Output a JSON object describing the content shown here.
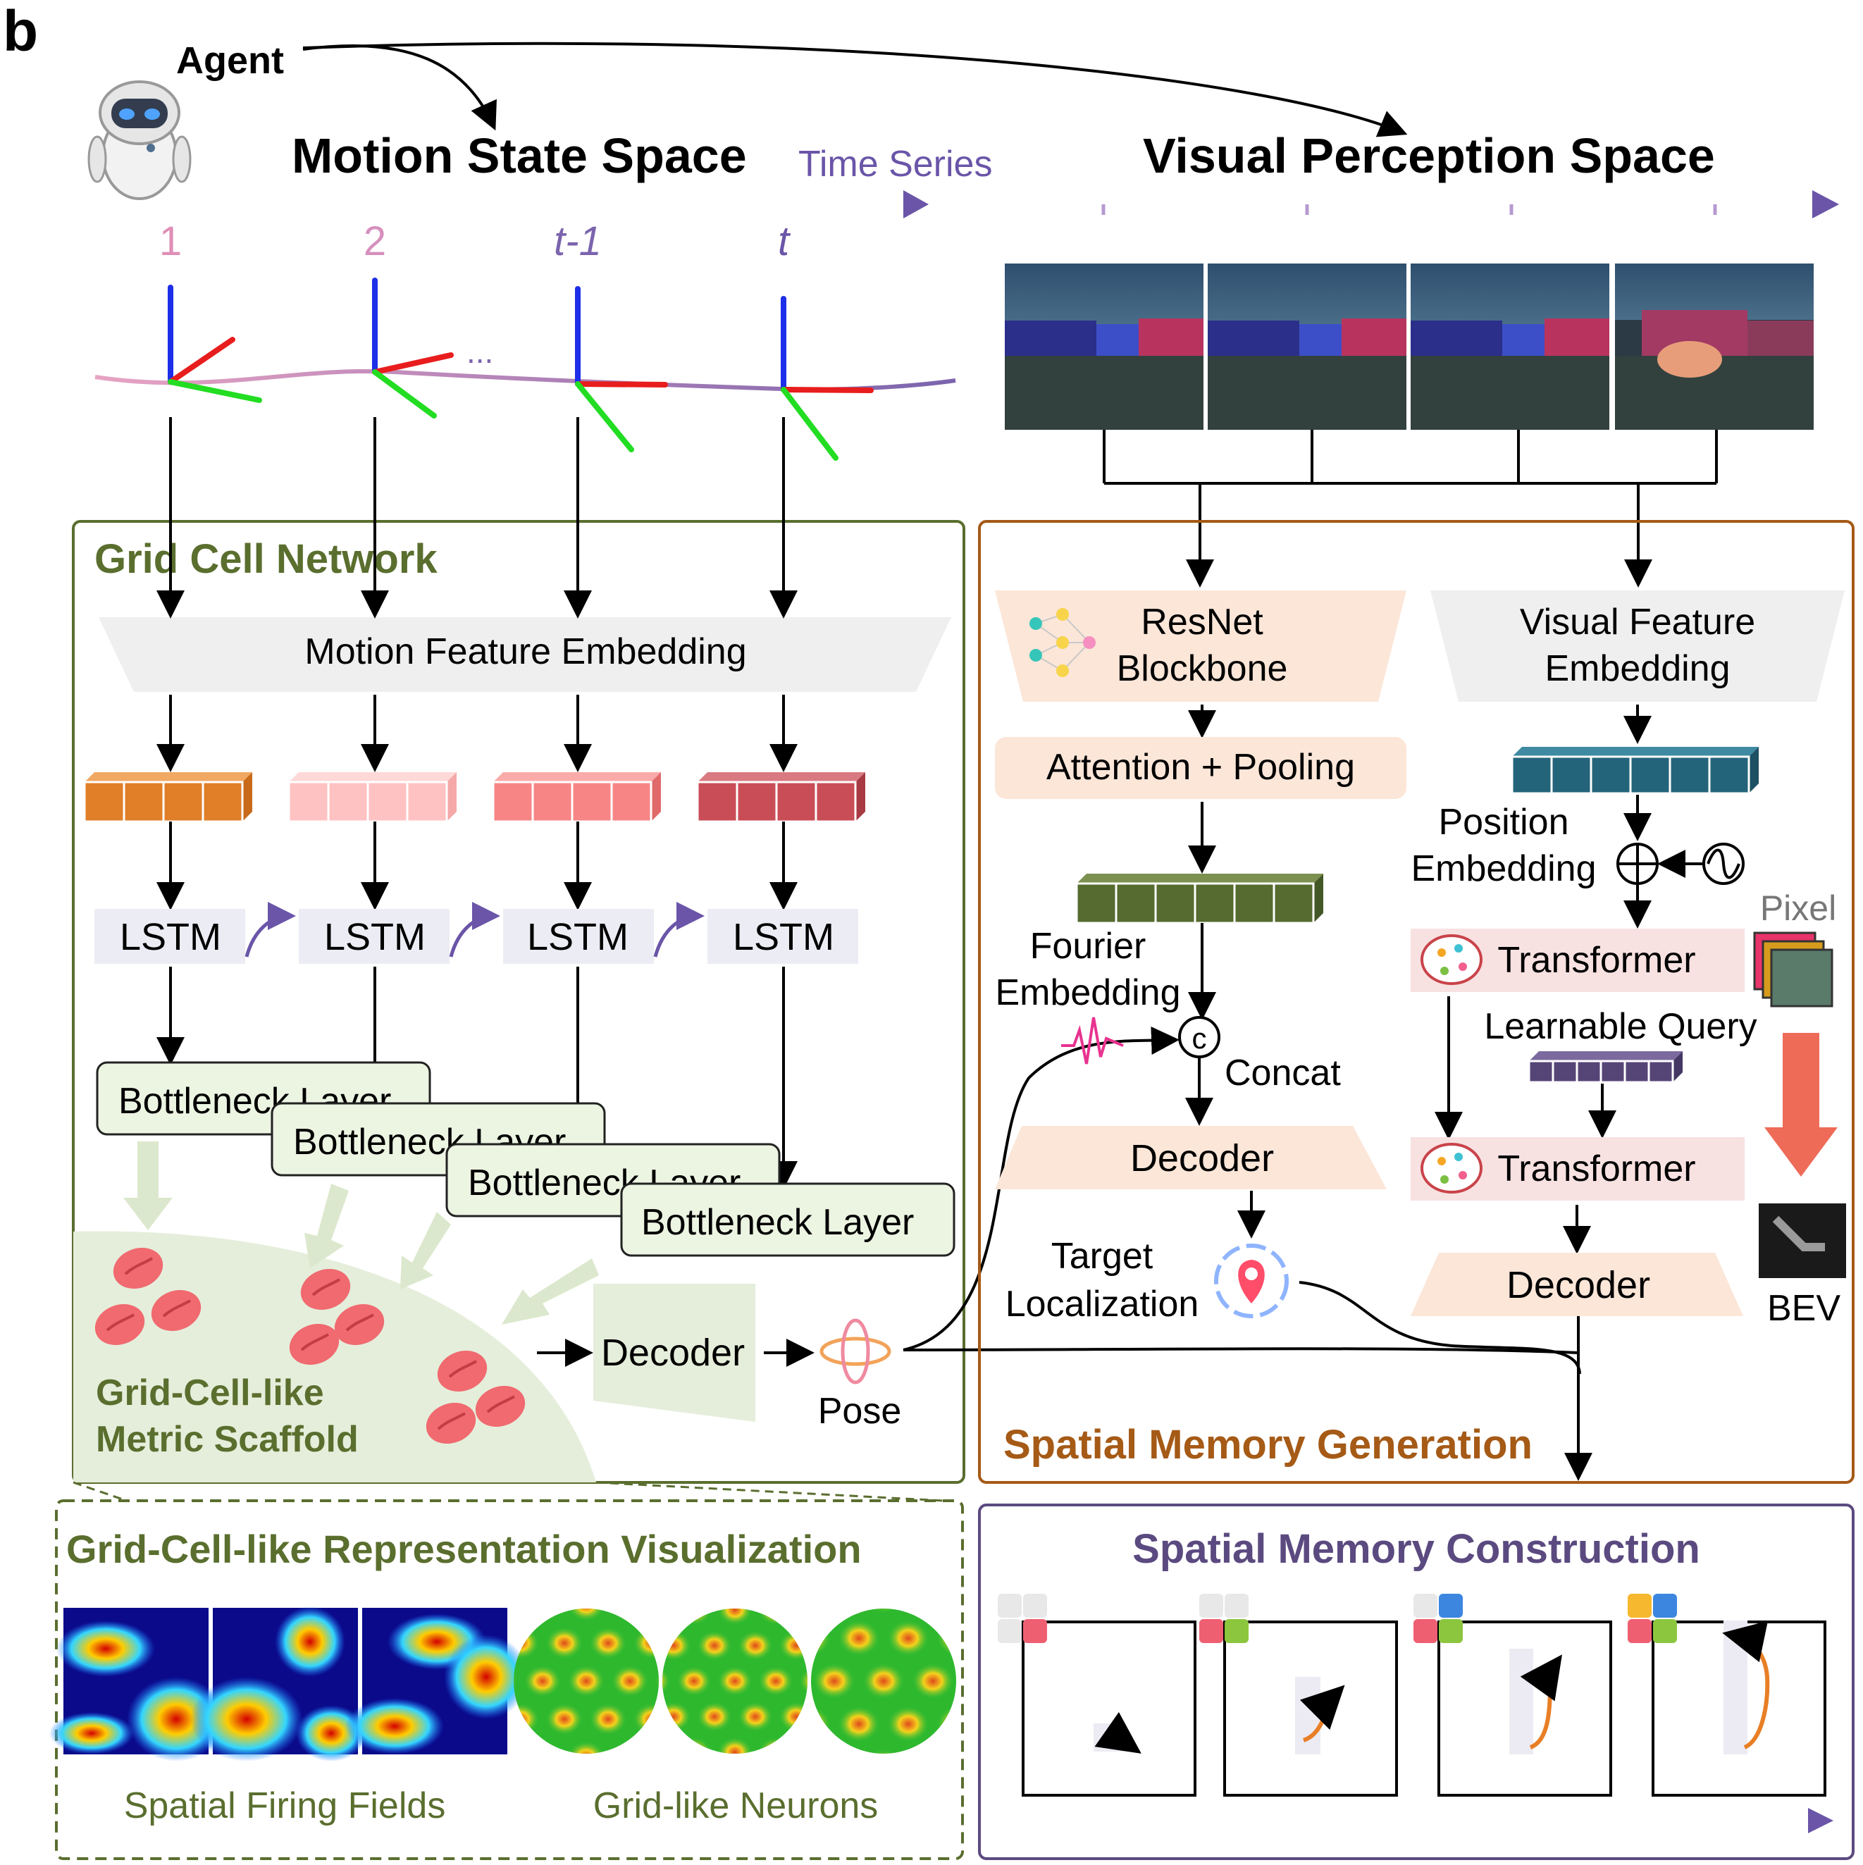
{
  "panel_label": "b",
  "agent_label": "Agent",
  "motion_title": "Motion State Space",
  "time_series_label": "Time Series",
  "visual_title": "Visual Perception Space",
  "time_steps": [
    "1",
    "2",
    "t-1",
    "t"
  ],
  "ellipsis": "...",
  "grid_cell_network": {
    "title": "Grid Cell Network",
    "motion_embedding": "Motion Feature Embedding",
    "lstm_labels": [
      "LSTM",
      "LSTM",
      "LSTM",
      "LSTM"
    ],
    "bottleneck_labels": [
      "Bottleneck Layer",
      "Bottleneck Layer",
      "Bottleneck Layer",
      "Bottleneck Layer"
    ],
    "scaffold_line1": "Grid-Cell-like",
    "scaffold_line2": "Metric Scaffold",
    "decoder": "Decoder",
    "pose": "Pose"
  },
  "spatial_memory_generation": {
    "title": "Spatial Memory Generation",
    "resnet_line1": "ResNet",
    "resnet_line2": "Blockbone",
    "attention_pooling": "Attention + Pooling",
    "fourier_line1": "Fourier",
    "fourier_line2": "Embedding",
    "concat_symbol": "c",
    "concat": "Concat",
    "decoder_left": "Decoder",
    "target_line1": "Target",
    "target_line2": "Localization",
    "visual_feature_line1": "Visual Feature",
    "visual_feature_line2": "Embedding",
    "position_line1": "Position",
    "position_line2": "Embedding",
    "transformer_top": "Transformer",
    "learnable_query": "Learnable Query",
    "transformer_bottom": "Transformer",
    "decoder_right": "Decoder",
    "pixel": "Pixel",
    "bev": "BEV"
  },
  "visualization": {
    "title": "Grid-Cell-like Representation Visualization",
    "firing_fields": "Spatial Firing Fields",
    "grid_neurons": "Grid-like Neurons"
  },
  "construction": {
    "title": "Spatial Memory Construction"
  },
  "colors": {
    "green_title": "#5a6e2e",
    "orange_title": "#a55a16",
    "purple_title": "#5b4a80",
    "time_axis_start": "#e8a3c3",
    "time_axis_end": "#6a55a8"
  }
}
